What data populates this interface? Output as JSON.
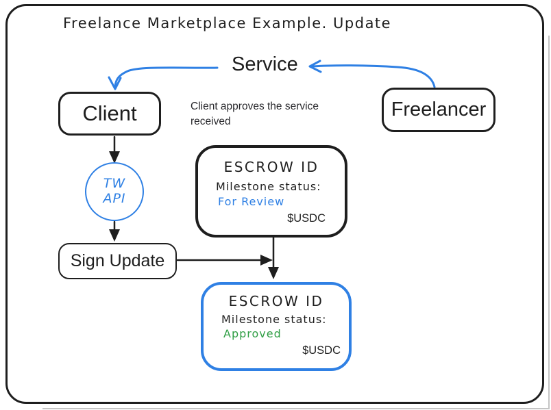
{
  "colors": {
    "ink": "#1e1e1e",
    "blue": "#2f80e4",
    "green": "#2f9e44",
    "bg": "#ffffff",
    "edge": "#c4c4c4"
  },
  "title": "Freelance Marketplace Example. Update",
  "labels": {
    "service": "Service",
    "client": "Client",
    "freelancer": "Freelancer",
    "sign_update": "Sign Update",
    "note": "Client approves the service received",
    "tw_api_line1": "TW",
    "tw_api_line2": "API"
  },
  "escrow_for_review": {
    "title": "ESCROW ID",
    "status_label": "Milestone status:",
    "status_value": "For Review",
    "currency": "$USDC"
  },
  "escrow_approved": {
    "title": "ESCROW ID",
    "status_label": "Milestone status:",
    "status_value": "Approved",
    "currency": "$USDC"
  }
}
